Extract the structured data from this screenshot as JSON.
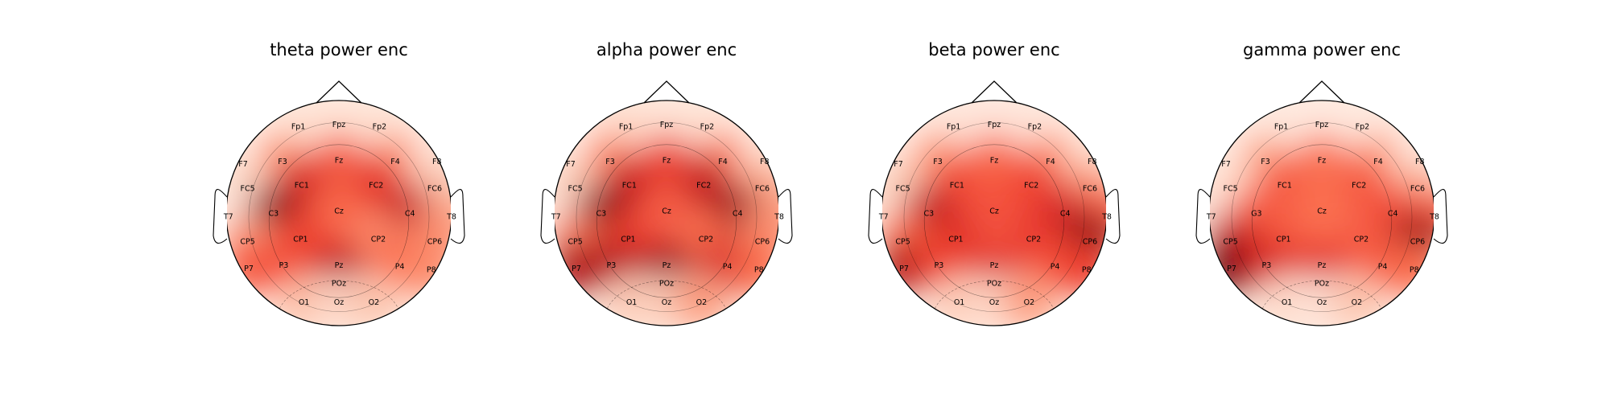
{
  "figure": {
    "colormap": "Reds",
    "colors": {
      "low": "#fff5f0",
      "mid": "#fb6a4a",
      "high": "#67000d",
      "outline": "#000000"
    }
  },
  "chart_data": [
    {
      "type": "heatmap",
      "subtype": "topographic-scalp-map",
      "title": "theta power enc",
      "electrodes": [
        {
          "label": "Fp1",
          "intensity": 0.12
        },
        {
          "label": "Fpz",
          "intensity": 0.12
        },
        {
          "label": "Fp2",
          "intensity": 0.12
        },
        {
          "label": "F7",
          "intensity": 0.05
        },
        {
          "label": "F3",
          "intensity": 0.38
        },
        {
          "label": "Fz",
          "intensity": 0.55
        },
        {
          "label": "F4",
          "intensity": 0.4
        },
        {
          "label": "F8",
          "intensity": 0.1
        },
        {
          "label": "FC5",
          "intensity": 0.18
        },
        {
          "label": "FC1",
          "intensity": 0.7
        },
        {
          "label": "FC2",
          "intensity": 0.66
        },
        {
          "label": "FC6",
          "intensity": 0.22
        },
        {
          "label": "T7",
          "intensity": 0.06
        },
        {
          "label": "C3",
          "intensity": 0.95
        },
        {
          "label": "Cz",
          "intensity": 0.52
        },
        {
          "label": "C4",
          "intensity": 0.78
        },
        {
          "label": "T8",
          "intensity": 0.3
        },
        {
          "label": "CP5",
          "intensity": 0.35
        },
        {
          "label": "CP1",
          "intensity": 0.62
        },
        {
          "label": "CP2",
          "intensity": 0.42
        },
        {
          "label": "CP6",
          "intensity": 0.4
        },
        {
          "label": "P7",
          "intensity": 0.55
        },
        {
          "label": "P3",
          "intensity": 0.58
        },
        {
          "label": "Pz",
          "intensity": 0.7
        },
        {
          "label": "P4",
          "intensity": 0.5
        },
        {
          "label": "P8",
          "intensity": 0.4
        },
        {
          "label": "POz",
          "intensity": 0.85
        },
        {
          "label": "O1",
          "intensity": 0.25
        },
        {
          "label": "Oz",
          "intensity": 0.15
        },
        {
          "label": "O2",
          "intensity": 0.22
        }
      ]
    },
    {
      "type": "heatmap",
      "subtype": "topographic-scalp-map",
      "title": "alpha power enc",
      "electrodes": [
        {
          "label": "Fp1",
          "intensity": 0.15
        },
        {
          "label": "Fpz",
          "intensity": 0.12
        },
        {
          "label": "Fp2",
          "intensity": 0.12
        },
        {
          "label": "F7",
          "intensity": 0.05
        },
        {
          "label": "F3",
          "intensity": 0.42
        },
        {
          "label": "Fz",
          "intensity": 0.62
        },
        {
          "label": "F4",
          "intensity": 0.48
        },
        {
          "label": "F8",
          "intensity": 0.12
        },
        {
          "label": "FC5",
          "intensity": 0.22
        },
        {
          "label": "FC1",
          "intensity": 0.75
        },
        {
          "label": "FC2",
          "intensity": 0.78
        },
        {
          "label": "FC6",
          "intensity": 0.32
        },
        {
          "label": "T7",
          "intensity": 0.1
        },
        {
          "label": "C3",
          "intensity": 0.95
        },
        {
          "label": "Cz",
          "intensity": 0.55
        },
        {
          "label": "C4",
          "intensity": 0.9
        },
        {
          "label": "T8",
          "intensity": 0.35
        },
        {
          "label": "CP5",
          "intensity": 0.45
        },
        {
          "label": "CP1",
          "intensity": 0.62
        },
        {
          "label": "CP2",
          "intensity": 0.5
        },
        {
          "label": "CP6",
          "intensity": 0.4
        },
        {
          "label": "P7",
          "intensity": 0.85
        },
        {
          "label": "P3",
          "intensity": 0.82
        },
        {
          "label": "Pz",
          "intensity": 0.8
        },
        {
          "label": "P4",
          "intensity": 0.72
        },
        {
          "label": "P8",
          "intensity": 0.5
        },
        {
          "label": "POz",
          "intensity": 0.92
        },
        {
          "label": "O1",
          "intensity": 0.2
        },
        {
          "label": "Oz",
          "intensity": 0.18
        },
        {
          "label": "O2",
          "intensity": 0.35
        }
      ]
    },
    {
      "type": "heatmap",
      "subtype": "topographic-scalp-map",
      "title": "beta power enc",
      "electrodes": [
        {
          "label": "Fp1",
          "intensity": 0.1
        },
        {
          "label": "Fpz",
          "intensity": 0.1
        },
        {
          "label": "Fp2",
          "intensity": 0.1
        },
        {
          "label": "F7",
          "intensity": 0.05
        },
        {
          "label": "F3",
          "intensity": 0.38
        },
        {
          "label": "Fz",
          "intensity": 0.52
        },
        {
          "label": "F4",
          "intensity": 0.4
        },
        {
          "label": "F8",
          "intensity": 0.12
        },
        {
          "label": "FC5",
          "intensity": 0.22
        },
        {
          "label": "FC1",
          "intensity": 0.6
        },
        {
          "label": "FC2",
          "intensity": 0.62
        },
        {
          "label": "FC6",
          "intensity": 0.35
        },
        {
          "label": "T7",
          "intensity": 0.12
        },
        {
          "label": "C3",
          "intensity": 0.8
        },
        {
          "label": "Cz",
          "intensity": 0.58
        },
        {
          "label": "C4",
          "intensity": 0.72
        },
        {
          "label": "T8",
          "intensity": 0.55
        },
        {
          "label": "CP5",
          "intensity": 0.5
        },
        {
          "label": "CP1",
          "intensity": 0.68
        },
        {
          "label": "CP2",
          "intensity": 0.65
        },
        {
          "label": "CP6",
          "intensity": 0.95
        },
        {
          "label": "P7",
          "intensity": 0.85
        },
        {
          "label": "P3",
          "intensity": 0.62
        },
        {
          "label": "Pz",
          "intensity": 0.6
        },
        {
          "label": "P4",
          "intensity": 0.58
        },
        {
          "label": "P8",
          "intensity": 0.62
        },
        {
          "label": "POz",
          "intensity": 0.72
        },
        {
          "label": "O1",
          "intensity": 0.2
        },
        {
          "label": "Oz",
          "intensity": 0.15
        },
        {
          "label": "O2",
          "intensity": 0.35
        }
      ]
    },
    {
      "type": "heatmap",
      "subtype": "topographic-scalp-map",
      "title": "gamma power enc",
      "electrodes": [
        {
          "label": "Fp1",
          "intensity": 0.08
        },
        {
          "label": "Fpz",
          "intensity": 0.08
        },
        {
          "label": "Fp2",
          "intensity": 0.08
        },
        {
          "label": "F7",
          "intensity": 0.04
        },
        {
          "label": "F3",
          "intensity": 0.32
        },
        {
          "label": "Fz",
          "intensity": 0.48
        },
        {
          "label": "F4",
          "intensity": 0.36
        },
        {
          "label": "F8",
          "intensity": 0.08
        },
        {
          "label": "FC5",
          "intensity": 0.15
        },
        {
          "label": "FC1",
          "intensity": 0.55
        },
        {
          "label": "FC2",
          "intensity": 0.55
        },
        {
          "label": "FC6",
          "intensity": 0.28
        },
        {
          "label": "T7",
          "intensity": 0.1
        },
        {
          "label": "G3",
          "intensity": 0.55
        },
        {
          "label": "Cz",
          "intensity": 0.5
        },
        {
          "label": "C4",
          "intensity": 0.6
        },
        {
          "label": "T8",
          "intensity": 0.55
        },
        {
          "label": "CP5",
          "intensity": 0.75
        },
        {
          "label": "CP1",
          "intensity": 0.55
        },
        {
          "label": "CP2",
          "intensity": 0.55
        },
        {
          "label": "CP6",
          "intensity": 0.92
        },
        {
          "label": "P7",
          "intensity": 1.0
        },
        {
          "label": "P3",
          "intensity": 0.7
        },
        {
          "label": "Pz",
          "intensity": 0.62
        },
        {
          "label": "P4",
          "intensity": 0.55
        },
        {
          "label": "P8",
          "intensity": 0.5
        },
        {
          "label": "POz",
          "intensity": 0.72
        },
        {
          "label": "O1",
          "intensity": 0.15
        },
        {
          "label": "Oz",
          "intensity": 0.1
        },
        {
          "label": "O2",
          "intensity": 0.22
        }
      ]
    }
  ]
}
